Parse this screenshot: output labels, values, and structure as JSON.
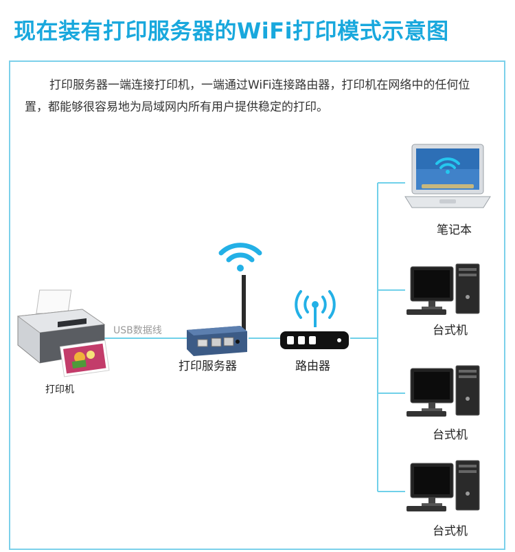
{
  "title": "现在装有打印服务器的WiFi打印模式示意图",
  "description": "打印服务器一端连接打印机，一端通过WiFi连接路由器，打印机在网络中的任何位置，都能够很容易地为局域网内所有用户提供稳定的打印。",
  "nodes": {
    "printer": "打印机",
    "usb_cable": "USB数据线",
    "print_server": "打印服务器",
    "router": "路由器",
    "laptop": "笔记本",
    "desktop_1": "台式机",
    "desktop_2": "台式机",
    "desktop_3": "台式机"
  },
  "colors": {
    "accent": "#19a8dd",
    "frame": "#7bd0ea",
    "wifi": "#23b0e6",
    "line": "#6fd0e9"
  }
}
